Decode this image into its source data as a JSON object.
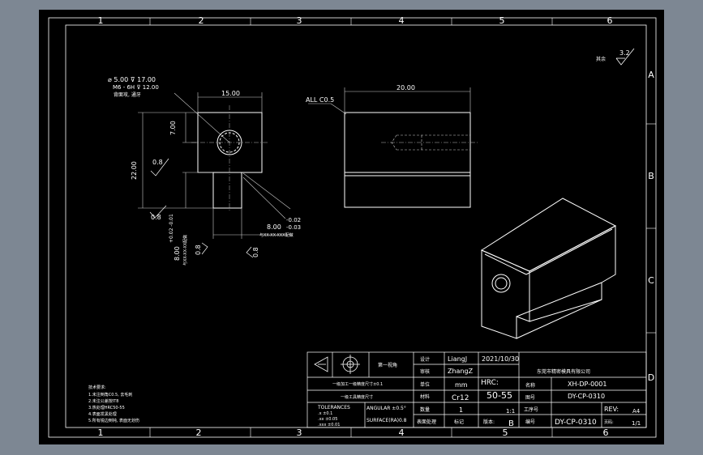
{
  "colors": {
    "background": "#7d8793",
    "sheet": "#000000",
    "line": "#ffffff",
    "dim": "#d8d8d8"
  },
  "frame": {
    "top_zones": [
      "1",
      "2",
      "3",
      "4",
      "5",
      "6"
    ],
    "bottom_zones": [
      "1",
      "2",
      "3",
      "4",
      "5",
      "6"
    ],
    "right_zones": [
      "A",
      "B",
      "C",
      "D"
    ]
  },
  "surface_symbol": {
    "value": "3.2",
    "note": "其余"
  },
  "front_view": {
    "hole_callout_1": "⌀ 5.00 ⊽ 17.00",
    "hole_callout_2": "M6 - 6H ⊽ 12.00",
    "hole_callout_3": "背面攻, 通牙",
    "dim_top_width": "15.00",
    "dim_hole_offset": "7.00",
    "dim_height": "22.00",
    "dim_stem_height": "8.00",
    "dim_stem_tol": "+0.02 -0.01",
    "dim_stem_width": "8.00",
    "dim_stem_width_tol_upper": "-0.02",
    "dim_stem_width_tol_lower": "-0.03",
    "stem_note": "与XX-XX-XXX配做",
    "stem_side_note": "与XX-XX-XX配做",
    "roughness_a": "0.8",
    "roughness_b": "0.8",
    "roughness_c": "0.8",
    "roughness_d": "0.8"
  },
  "side_view": {
    "chamfer_note": "ALL C0.5",
    "dim_length": "20.00"
  },
  "notes": {
    "title": "技术要求:",
    "lines": [
      "1.未注倒角C0.5, 去毛刺",
      "2.未注公差按IT8",
      "3.热处理HRC50-55",
      "4.表面发黑处理",
      "5.所有锐边倒钝, 表面无划伤"
    ]
  },
  "title_block": {
    "projection_label": "第一视角",
    "stock_note_1": "一级加工一级精度尺寸±0.1",
    "stock_note_2": "一级工具精度尺寸",
    "tolerances_label": "TOLERANCES",
    "tol_x": ".x   ±0.1",
    "tol_xx": ".xx  ±0.05",
    "tol_xxx": ".xxx ±0.01",
    "angular": "ANGULAR ±0.5°",
    "surface": "SURFACE(RA)0.8",
    "design_label": "设计",
    "check_label": "审核",
    "unit_label": "单位",
    "material_label": "材料",
    "qty_label": "数量",
    "process_label": "表面处理",
    "mark_label": "标记",
    "version_label": "版本:",
    "designer": "LiangJ",
    "checker": "ZhangZ",
    "date": "2021/10/30",
    "unit": "mm",
    "hrc_label": "HRC:",
    "hrc_value": "50-55",
    "material": "Cr12",
    "scale": "1:1",
    "quantity": "1",
    "revision_letter": "B",
    "company": "东莞市精密模具有限公司",
    "part_name_label": "名称",
    "part_name": "XH-DP-0001",
    "drawing_no_label": "图号",
    "drawing_no": "DY-CP-0310",
    "process_no_label": "工序号",
    "doc_no_label": "编号",
    "doc_no": "DY-CP-0310",
    "rev_label": "REV:",
    "size": "A4",
    "sheet_label": "页码:",
    "sheet": "1/1"
  }
}
